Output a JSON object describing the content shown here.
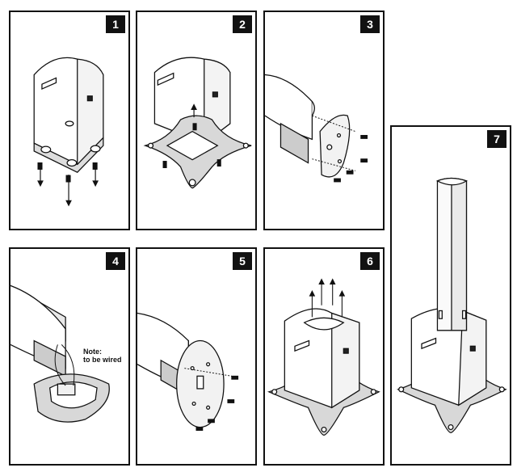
{
  "steps": [
    {
      "number": "1"
    },
    {
      "number": "2"
    },
    {
      "number": "3"
    },
    {
      "number": "4",
      "note_line1": "Note:",
      "note_line2": "to be wired"
    },
    {
      "number": "5"
    },
    {
      "number": "6"
    },
    {
      "number": "7"
    }
  ],
  "colors": {
    "outline": "#111111",
    "shade": "#cfcfcf",
    "background": "#ffffff"
  }
}
